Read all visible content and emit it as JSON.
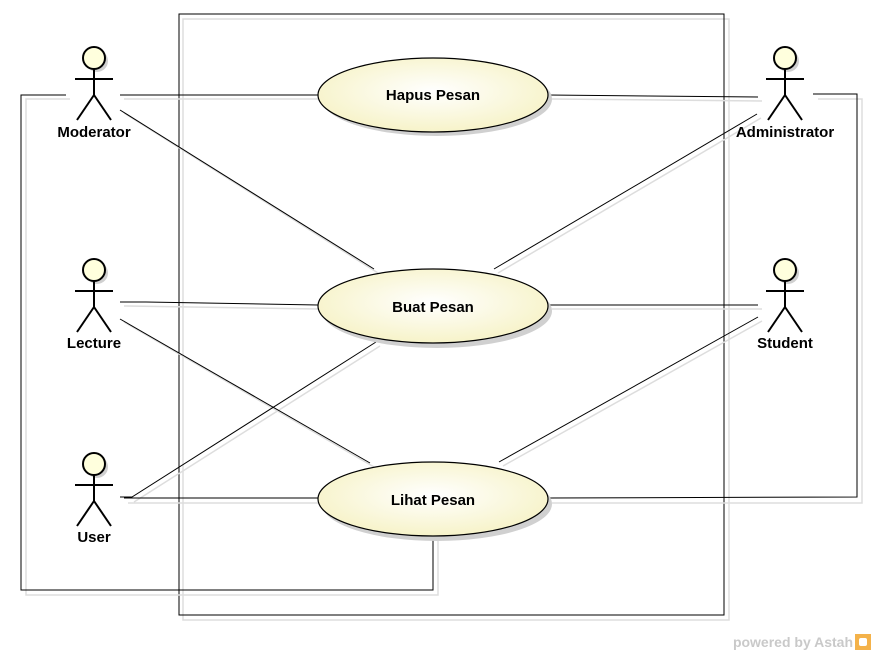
{
  "diagram": {
    "actors": {
      "moderator": "Moderator",
      "lecture": "Lecture",
      "user": "User",
      "administrator": "Administrator",
      "student": "Student"
    },
    "use_cases": {
      "hapus_pesan": "Hapus Pesan",
      "buat_pesan": "Buat Pesan",
      "lihat_pesan": "Lihat Pesan"
    },
    "colors": {
      "use_case_fill": "#ffffdd",
      "actor_head_fill": "#ffffdd",
      "line": "#000000",
      "shadow": "#d8d8d8"
    }
  },
  "footer": {
    "powered_by": "powered by Astah"
  }
}
